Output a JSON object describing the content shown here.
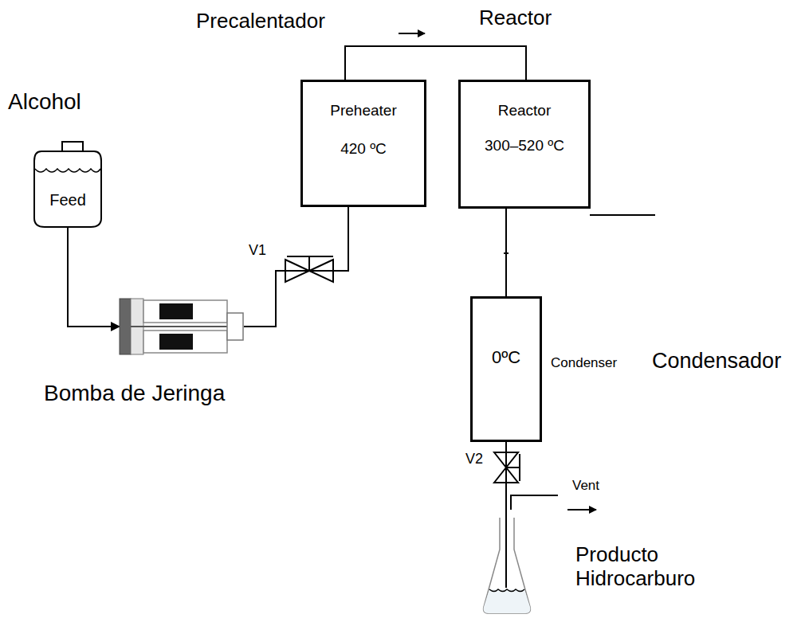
{
  "diagram": {
    "nodes": [
      {
        "text": [
          "Alcohol",
          "Feed"
        ]
      },
      {
        "text": [
          "Bomba de Jeringa"
        ]
      },
      {
        "text": [
          "Precalentador",
          "Preheater",
          "420 ºC"
        ]
      },
      {
        "text": [
          "Reactor",
          "Reactor",
          "300–520 ºC"
        ]
      },
      {
        "text": [
          "0ºC",
          "Condenser",
          "Condensador"
        ]
      },
      {
        "text": [
          "Producto Hidrocarburo"
        ]
      }
    ],
    "edges": [
      {
        "from": 0,
        "to": 1,
        "arrow": "to"
      },
      {
        "from": 1,
        "to": 2,
        "arrow": "none"
      },
      {
        "from": 2,
        "to": 3,
        "arrow": "none"
      },
      {
        "from": 3,
        "to": 4,
        "arrow": "none"
      },
      {
        "from": 4,
        "to": 5,
        "arrow": "none"
      }
    ],
    "labels": [
      "V1",
      "V2",
      "Vent"
    ]
  }
}
